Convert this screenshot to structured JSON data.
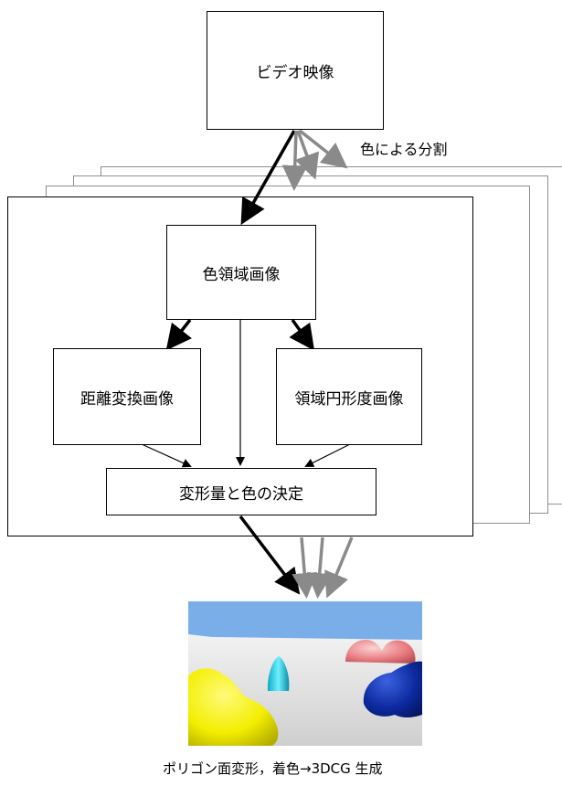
{
  "nodes": {
    "video": "ビデオ映像",
    "color_region": "色領域画像",
    "distance": "距離変換画像",
    "roundness": "領域円形度画像",
    "decision": "変形量と色の決定"
  },
  "labels": {
    "split": "色による分割",
    "output": "ポリゴン面変形，着色→3DCG 生成"
  },
  "colors": {
    "arrow_main": "#000000",
    "arrow_secondary": "#8a8a8a",
    "stack_border": "#8f8f8f",
    "sky": "#7aaee8",
    "floor": "#d8d8d8",
    "yellow_blob": "#f5f000",
    "cyan_blob": "#35d8e6",
    "pink_blob": "#e87c80",
    "blue_blob": "#0d2aa0"
  }
}
